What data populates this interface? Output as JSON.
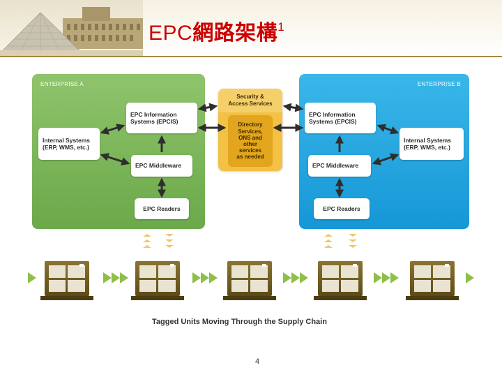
{
  "slide": {
    "title_latin": "EPC",
    "title_cjk": "網路架構",
    "title_superscript": "1",
    "page_number": "4"
  },
  "diagram": {
    "enterprise_a": {
      "label": "ENTERPRISE A",
      "epcis": [
        "EPC Information",
        "Systems (EPCIS)"
      ],
      "internal_systems": [
        "Internal Systems",
        "(ERP, WMS, etc.)"
      ],
      "middleware": "EPC Middleware",
      "readers": "EPC Readers"
    },
    "enterprise_b": {
      "label": "ENTERPRISE B",
      "epcis": [
        "EPC Information",
        "Systems (EPCIS)"
      ],
      "internal_systems": [
        "Internal Systems",
        "(ERP, WMS, etc.)"
      ],
      "middleware": "EPC Middleware",
      "readers": "EPC Readers"
    },
    "shared_services": {
      "security": [
        "Security &",
        "Access Services"
      ],
      "directory": [
        "Directory",
        "Services,",
        "ONS and",
        "other",
        "services",
        "as needed"
      ]
    },
    "caption": "Tagged Units Moving Through the Supply Chain"
  },
  "colors": {
    "title": "#cc0000",
    "enterprise_a": "#7ab85a",
    "enterprise_b": "#23a6e2",
    "shared_services": "#f2c145",
    "arrow": "#2e2e2e",
    "supply_arrow": "#8fbf4a",
    "crate": "#6e5a1e"
  }
}
